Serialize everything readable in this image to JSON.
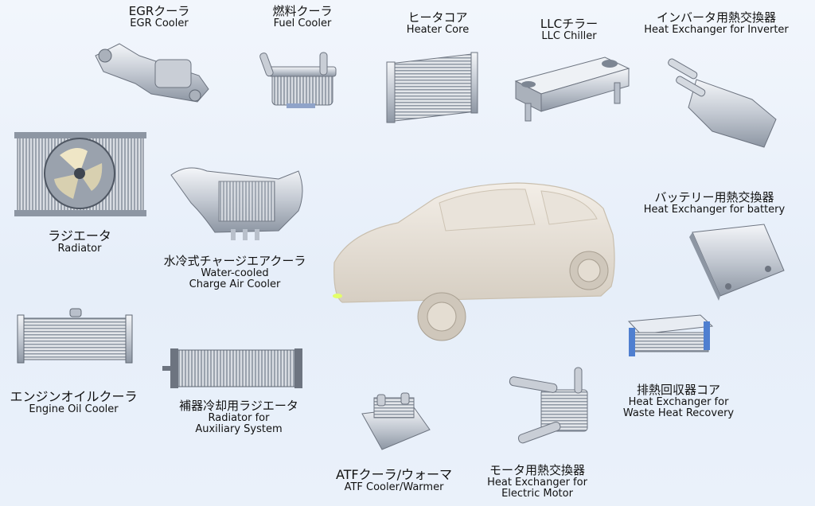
{
  "components": [
    {
      "id": "egr",
      "jp": "EGRクーラ",
      "en": "EGR Cooler",
      "en2": "",
      "icon": "egr-cooler-icon"
    },
    {
      "id": "fuel",
      "jp": "燃料クーラ",
      "en": "Fuel Cooler",
      "en2": "",
      "icon": "fuel-cooler-icon"
    },
    {
      "id": "heater",
      "jp": "ヒータコア",
      "en": "Heater Core",
      "en2": "",
      "icon": "heater-core-icon"
    },
    {
      "id": "llc",
      "jp": "LLCチラー",
      "en": "LLC Chiller",
      "en2": "",
      "icon": "llc-chiller-icon"
    },
    {
      "id": "inverter",
      "jp": "インバータ用熱交換器",
      "en": "Heat Exchanger for Inverter",
      "en2": "",
      "icon": "inverter-heat-exchanger-icon"
    },
    {
      "id": "radiator",
      "jp": "ラジエータ",
      "en": "Radiator",
      "en2": "",
      "icon": "radiator-icon"
    },
    {
      "id": "cac",
      "jp": "水冷式チャージエアクーラ",
      "en": "Water-cooled",
      "en2": "Charge Air Cooler",
      "icon": "charge-air-cooler-icon"
    },
    {
      "id": "battery",
      "jp": "バッテリー用熱交換器",
      "en": "Heat Exchanger for battery",
      "en2": "",
      "icon": "battery-heat-exchanger-icon"
    },
    {
      "id": "oil",
      "jp": "エンジンオイルクーラ",
      "en": "Engine Oil Cooler",
      "en2": "",
      "icon": "engine-oil-cooler-icon"
    },
    {
      "id": "aux",
      "jp": "補器冷却用ラジエータ",
      "en": "Radiator for",
      "en2": "Auxiliary System",
      "icon": "auxiliary-radiator-icon"
    },
    {
      "id": "atf",
      "jp": "ATFクーラ/ウォーマ",
      "en": "ATF Cooler/Warmer",
      "en2": "",
      "icon": "atf-cooler-icon"
    },
    {
      "id": "motor",
      "jp": "モータ用熱交換器",
      "en": "Heat Exchanger for",
      "en2": "Electric Motor",
      "icon": "motor-heat-exchanger-icon"
    },
    {
      "id": "waste",
      "jp": "排熱回収器コア",
      "en": "Heat Exchanger for",
      "en2": "Waste Heat Recovery",
      "icon": "waste-heat-core-icon"
    }
  ],
  "center_icon": "car-icon",
  "colors": {
    "metal_light": "#e8ecf2",
    "metal_mid": "#b9c0cb",
    "metal_dark": "#7d8693",
    "car": "#e7e0d6",
    "background": "#eaf1fa"
  }
}
